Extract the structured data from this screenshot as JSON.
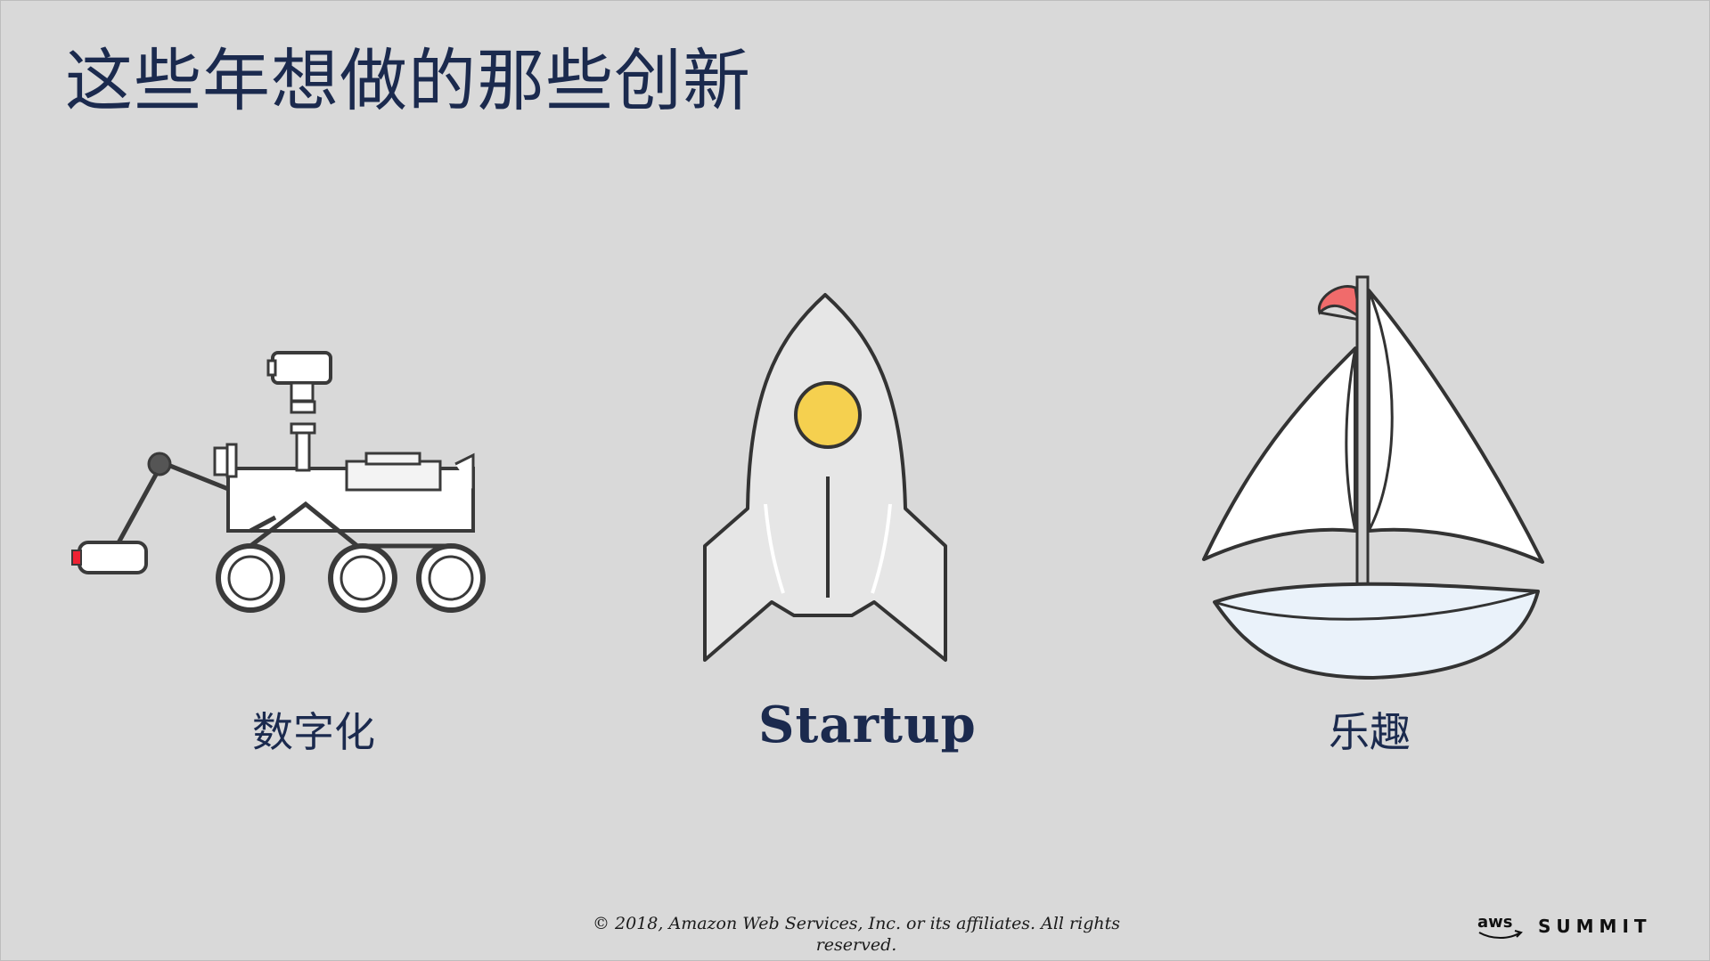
{
  "slide": {
    "title": "这些年想做的那些创新",
    "items": [
      {
        "label": "数字化",
        "icon": "rover-icon"
      },
      {
        "label": "Startup",
        "icon": "rocket-icon"
      },
      {
        "label": "乐趣",
        "icon": "sailboat-icon"
      }
    ],
    "footer": "© 2018, Amazon Web Services, Inc. or its affiliates. All rights reserved.",
    "logo": {
      "brand": "aws",
      "text": "SUMMIT"
    }
  },
  "colors": {
    "background": "#d9d9d9",
    "title": "#1b2a4e",
    "rocket_window": "#f5d04f",
    "flag": "#f06b6b"
  }
}
